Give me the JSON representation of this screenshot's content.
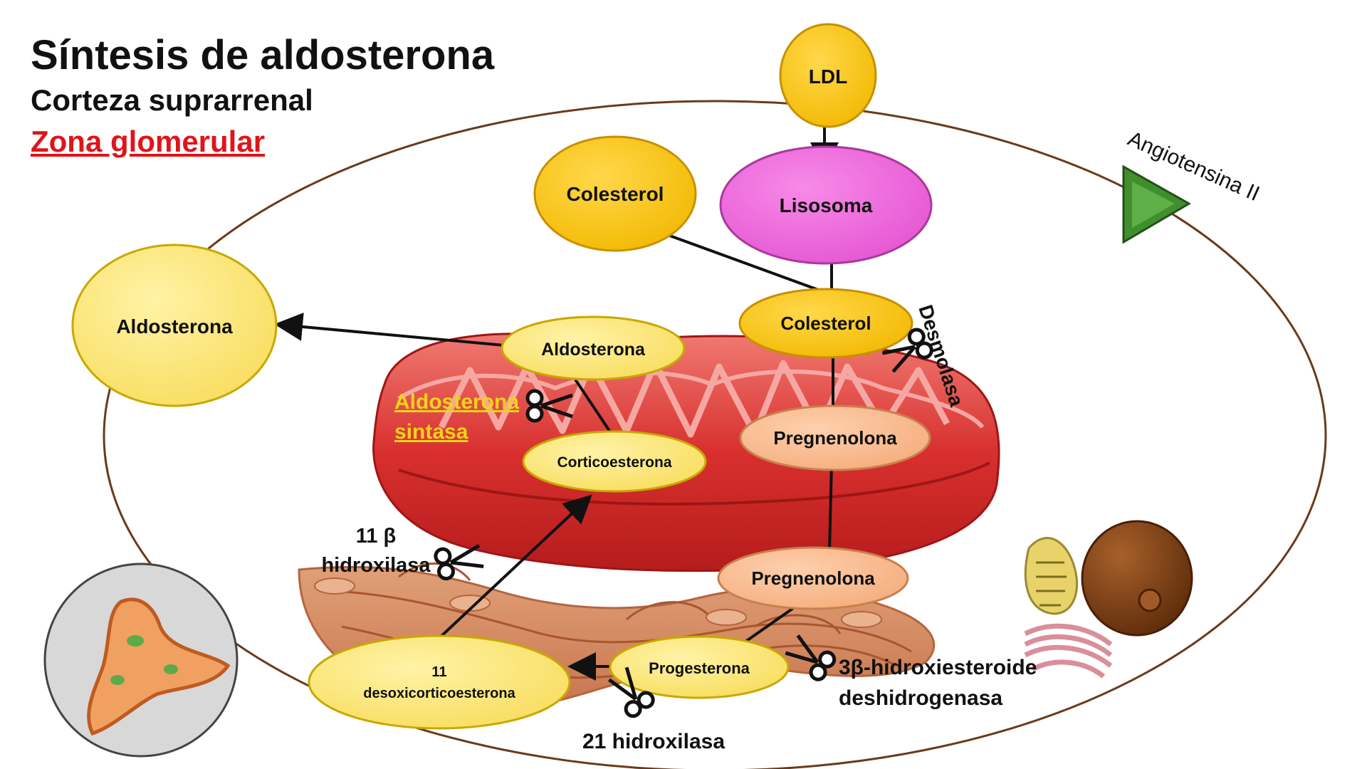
{
  "header": {
    "title": "Síntesis de aldosterona",
    "subtitle": "Corteza suprarrenal",
    "zone": "Zona glomerular"
  },
  "nodes": {
    "ldl": "LDL",
    "lisosoma": "Lisosoma",
    "colesterol_cyto": "Colesterol",
    "colesterol_mito": "Colesterol",
    "pregnenolona_mito": "Pregnenolona",
    "pregnenolona_cyto": "Pregnenolona",
    "progesterona": "Progesterona",
    "desoxi_line1": "11",
    "desoxi_line2": "desoxicorticoesterona",
    "corticoesterona": "Corticoesterona",
    "aldosterona_mito": "Aldosterona",
    "aldosterona_out": "Aldosterona"
  },
  "enzymes": {
    "desmolasa": "Desmolasa",
    "aldo_sintasa_line1": "Aldosterona",
    "aldo_sintasa_line2": "sintasa",
    "hidroxilasa11_line1": "11 β",
    "hidroxilasa11_line2": "hidroxilasa",
    "hidroxilasa21": "21 hidroxilasa",
    "hsd_line1": "3β-hidroxiesteroide",
    "hsd_line2": "deshidrogenasa"
  },
  "stimulus": {
    "label": "Angiotensina II"
  },
  "icons": [
    "scissors-icon",
    "mitochondrion-icon",
    "endoplasmic-reticulum-icon",
    "nucleus-icon",
    "golgi-icon",
    "adrenal-gland-icon",
    "triangle-icon"
  ],
  "colors": {
    "gold": "#f5c000",
    "pale_yellow": "#fbe77a",
    "lisosoma": "#ec5fd9",
    "peach": "#f8b98c",
    "mito_red": "#d42a2a",
    "zone_red": "#e0141b",
    "enzyme_yellow": "#f0d31a",
    "angiotensina_green": "#3f8f2e"
  }
}
